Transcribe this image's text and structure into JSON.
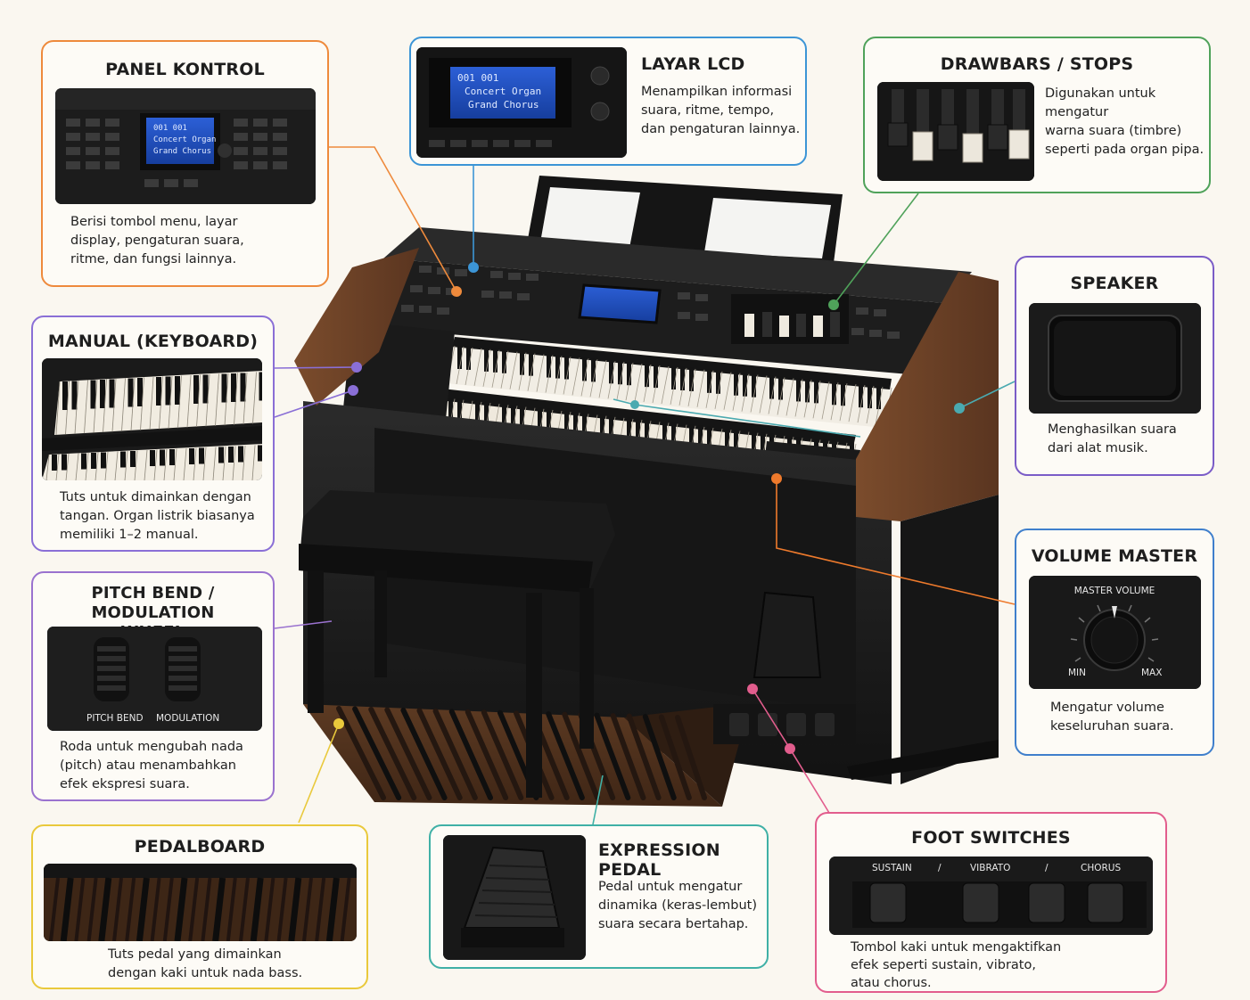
{
  "lcd_screen": {
    "line1": "001      001",
    "line2": "Concert Organ",
    "line3": "Grand Chorus"
  },
  "cards": {
    "panel_kontrol": {
      "title": "PANEL KONTROL",
      "desc": "Berisi tombol menu, layar\ndisplay, pengaturan suara,\nritme, dan fungsi lainnya.",
      "color": "#ee8a3c"
    },
    "layar_lcd": {
      "title": "LAYAR LCD",
      "desc": "Menampilkan informasi\nsuara, ritme, tempo,\ndan pengaturan lainnya.",
      "color": "#3c95d6"
    },
    "drawbars": {
      "title": "DRAWBARS / STOPS",
      "desc": "Digunakan untuk mengatur\nwarna suara (timbre)\nseperti pada organ pipa.",
      "color": "#4fa25a"
    },
    "manual": {
      "title": "MANUAL (KEYBOARD)",
      "desc": "Tuts untuk dimainkan dengan\ntangan. Organ listrik biasanya\nmemiliki 1–2 manual.",
      "color": "#8a6fd6"
    },
    "speaker": {
      "title": "SPEAKER",
      "desc": "Menghasilkan suara\ndari alat musik.",
      "color": "#7a5cc7"
    },
    "pitch_bend": {
      "title": "PITCH BEND / MODULATION\nWHEEL",
      "desc": "Roda untuk mengubah nada\n(pitch) atau menambahkan\nefek ekspresi suara.",
      "color": "#9a72cf",
      "label_left": "PITCH BEND",
      "label_right": "MODULATION"
    },
    "volume_master": {
      "title": "VOLUME MASTER",
      "desc": "Mengatur volume\nkeseluruhan suara.",
      "color": "#3f7fcc",
      "knob_label": "MASTER VOLUME",
      "min_label": "MIN",
      "max_label": "MAX"
    },
    "pedalboard": {
      "title": "PEDALBOARD",
      "desc": "Tuts pedal yang dimainkan\ndengan kaki untuk nada bass.",
      "color": "#e9c93c"
    },
    "expression_pedal": {
      "title": "EXPRESSION PEDAL",
      "desc": "Pedal untuk mengatur\ndinamika (keras-lembut)\nsuara secara bertahap.",
      "color": "#3fb0a6"
    },
    "foot_switches": {
      "title": "FOOT SWITCHES",
      "desc": "Tombol kaki untuk mengaktifkan\nefek seperti sustain, vibrato,\natau chorus.",
      "color": "#e25d8d",
      "switch_labels": [
        "SUSTAIN",
        "/",
        "VIBRATO",
        "/",
        "CHORUS"
      ]
    }
  },
  "colors": {
    "background": "#faf7f0",
    "wood": "#6b4226",
    "body": "#1f1f1f"
  }
}
